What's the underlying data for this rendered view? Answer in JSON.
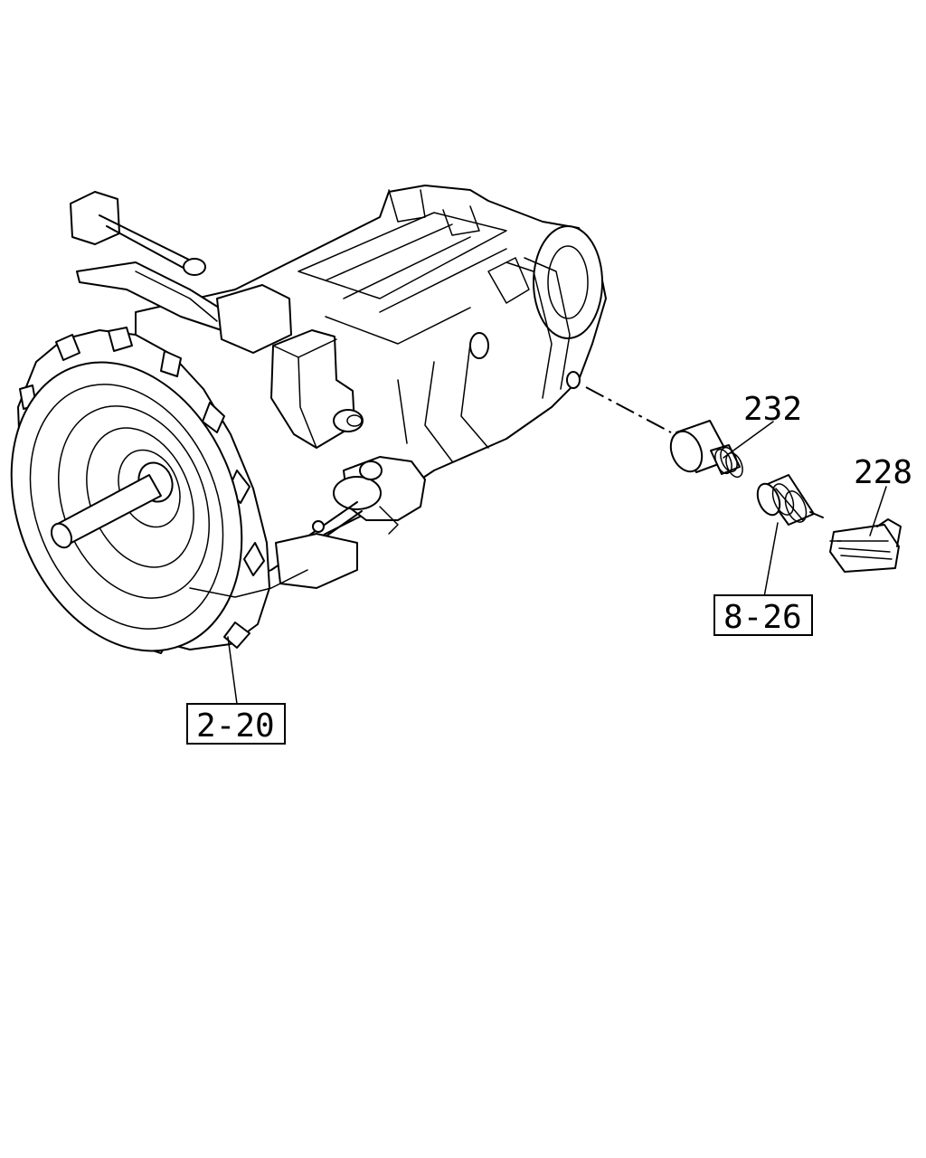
{
  "callouts": {
    "part_232": "232",
    "part_228": "228",
    "ref_8_26": "8-26",
    "ref_2_20": "2-20"
  }
}
